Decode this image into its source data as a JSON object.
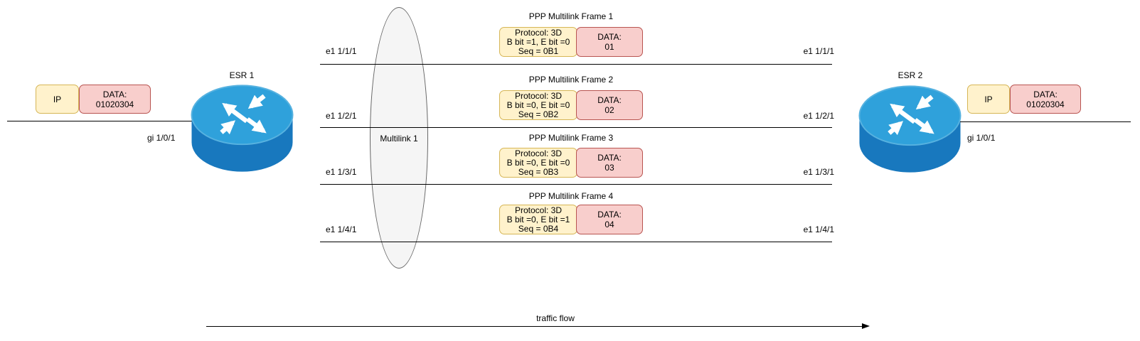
{
  "colors": {
    "yellow_fill": "#FFF2CC",
    "yellow_border": "#D6B656",
    "pink_fill": "#F8CECC",
    "pink_border": "#B85450",
    "ellipse_fill": "#F5F5F5",
    "ellipse_border": "#666666",
    "router_top": "#2FA1DB",
    "router_rim": "#57B2E0",
    "router_body": "#1878BE"
  },
  "routers": {
    "left": "ESR 1",
    "right": "ESR 2"
  },
  "interfaces": {
    "left_gi": "gi 1/0/1",
    "right_gi": "gi 1/0/1"
  },
  "left_packet": {
    "ip": "IP",
    "data_label": "DATA:",
    "data_value": "01020304"
  },
  "right_packet": {
    "ip": "IP",
    "data_label": "DATA:",
    "data_value": "01020304"
  },
  "multilink_label": "Multilink 1",
  "links": [
    {
      "left": "e1 1/1/1",
      "right": "e1 1/1/1"
    },
    {
      "left": "e1 1/2/1",
      "right": "e1 1/2/1"
    },
    {
      "left": "e1 1/3/1",
      "right": "e1 1/3/1"
    },
    {
      "left": "e1 1/4/1",
      "right": "e1 1/4/1"
    }
  ],
  "frames": [
    {
      "title": "PPP Multilink Frame 1",
      "protocol": "Protocol: 3D",
      "bits": "B bit =1, E bit =0",
      "seq": "Seq = 0B1",
      "data_label": "DATA:",
      "data_value": "01"
    },
    {
      "title": "PPP Multilink Frame 2",
      "protocol": "Protocol: 3D",
      "bits": "B bit =0, E bit =0",
      "seq": "Seq = 0B2",
      "data_label": "DATA:",
      "data_value": "02"
    },
    {
      "title": "PPP Multilink Frame 3",
      "protocol": "Protocol: 3D",
      "bits": "B bit =0, E bit =0",
      "seq": "Seq = 0B3",
      "data_label": "DATA:",
      "data_value": "03"
    },
    {
      "title": "PPP Multilink Frame 4",
      "protocol": "Protocol: 3D",
      "bits": "B bit =0, E bit =1",
      "seq": "Seq = 0B4",
      "data_label": "DATA:",
      "data_value": "04"
    }
  ],
  "traffic_flow_label": "traffic flow"
}
